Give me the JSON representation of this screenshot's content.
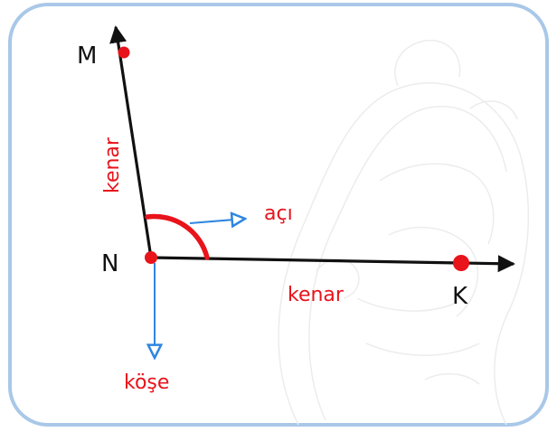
{
  "diagram": {
    "points": {
      "M": "M",
      "N": "N",
      "K": "K"
    },
    "labels": {
      "side_ray_nm": "kenar",
      "side_ray_nk": "kenar",
      "angle": "açı",
      "vertex": "köşe"
    },
    "colors": {
      "frame": "#a9c8e8",
      "ray": "#111111",
      "highlight": "#e8131b",
      "pointer": "#2f86e0",
      "watermark": "#ececec"
    }
  }
}
